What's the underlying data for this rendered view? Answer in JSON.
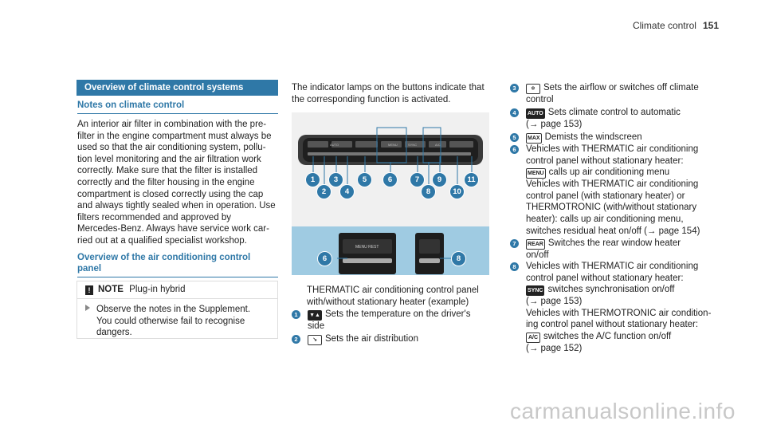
{
  "header": {
    "section": "Climate control",
    "page_number": "151"
  },
  "left": {
    "section_title": "Overview of climate control systems",
    "notes_heading": "Notes on climate control",
    "notes_lines": [
      "An interior air filter in combination with the pre-",
      "filter in the engine compartment must always be",
      "used so that the air conditioning system, pollu-",
      "tion level monitoring and the air filtration work",
      "correctly. Make sure that the filter is installed",
      "correctly and the filter housing in the engine",
      "compartment is closed correctly using the cap",
      "and always tightly sealed when in operation. Use",
      "filters recommended and approved by",
      "Mercedes-Benz. Always have service work car-",
      "ried out at a qualified specialist workshop."
    ],
    "overview_heading_line1": "Overview of the air conditioning control",
    "overview_heading_line2": "panel",
    "note": {
      "label": "NOTE",
      "title": "Plug-in hybrid",
      "lines": [
        "Observe the notes in the Supplement.",
        "You could otherwise fail to recognise",
        "dangers."
      ]
    }
  },
  "middle": {
    "intro_lines": [
      "The indicator lamps on the buttons indicate that",
      "the corresponding function is activated."
    ],
    "figure": {
      "buttons_top": [
        "AUTO",
        "",
        "",
        "MENU",
        "",
        "SYNC",
        "",
        "A/C",
        ""
      ],
      "button_bottom_left": "MENU REST",
      "callouts_top": [
        "1",
        "2",
        "3",
        "4",
        "5",
        "6",
        "7",
        "8",
        "9",
        "10",
        "11"
      ],
      "callouts_bottom": [
        "6",
        "8"
      ]
    },
    "caption_lines": [
      "THERMATIC air conditioning control panel",
      "with/without stationary heater (example)"
    ],
    "items": [
      {
        "num": "1",
        "icon": "▼▲",
        "lines": [
          "Sets the temperature on the driver's",
          "side"
        ]
      },
      {
        "num": "2",
        "icon": "↘",
        "lines": [
          "Sets the air distribution"
        ]
      }
    ]
  },
  "right": {
    "items": [
      {
        "num": "3",
        "icon": "❄",
        "lines": [
          "Sets the airflow or switches off climate",
          "control"
        ]
      },
      {
        "num": "4",
        "icon": "AUTO",
        "lines": [
          "Sets climate control to automatic",
          "(→ page 153)"
        ]
      },
      {
        "num": "5",
        "icon": "MAX",
        "lines": [
          "Demists the windscreen"
        ]
      },
      {
        "num": "6",
        "icon": "MENU",
        "lines": [
          "Vehicles with THERMATIC air conditioning",
          "control panel without stationary heater:",
          "calls up air conditioning menu",
          "Vehicles with THERMATIC air conditioning",
          "control panel (with stationary heater) or",
          "THERMOTRONIC (with/without stationary",
          "heater): calls up air conditioning menu,",
          "switches residual heat on/off (→ page 154)"
        ]
      },
      {
        "num": "7",
        "icon": "REAR",
        "lines": [
          "Switches the rear window heater",
          "on/off"
        ]
      },
      {
        "num": "8",
        "icon": "SYNC",
        "lines": [
          "Vehicles with THERMATIC air conditioning",
          "control panel without stationary heater:",
          "switches synchronisation on/off",
          "(→ page 153)",
          "Vehicles with THERMOTRONIC air condition-",
          "ing control panel without stationary heater:",
          "switches the A/C function on/off",
          "(→ page 152)"
        ]
      }
    ]
  },
  "watermark": "carmanualsonline.info",
  "colors": {
    "accent": "#2f78a7",
    "figure_bottom": "#9fcbe2"
  }
}
